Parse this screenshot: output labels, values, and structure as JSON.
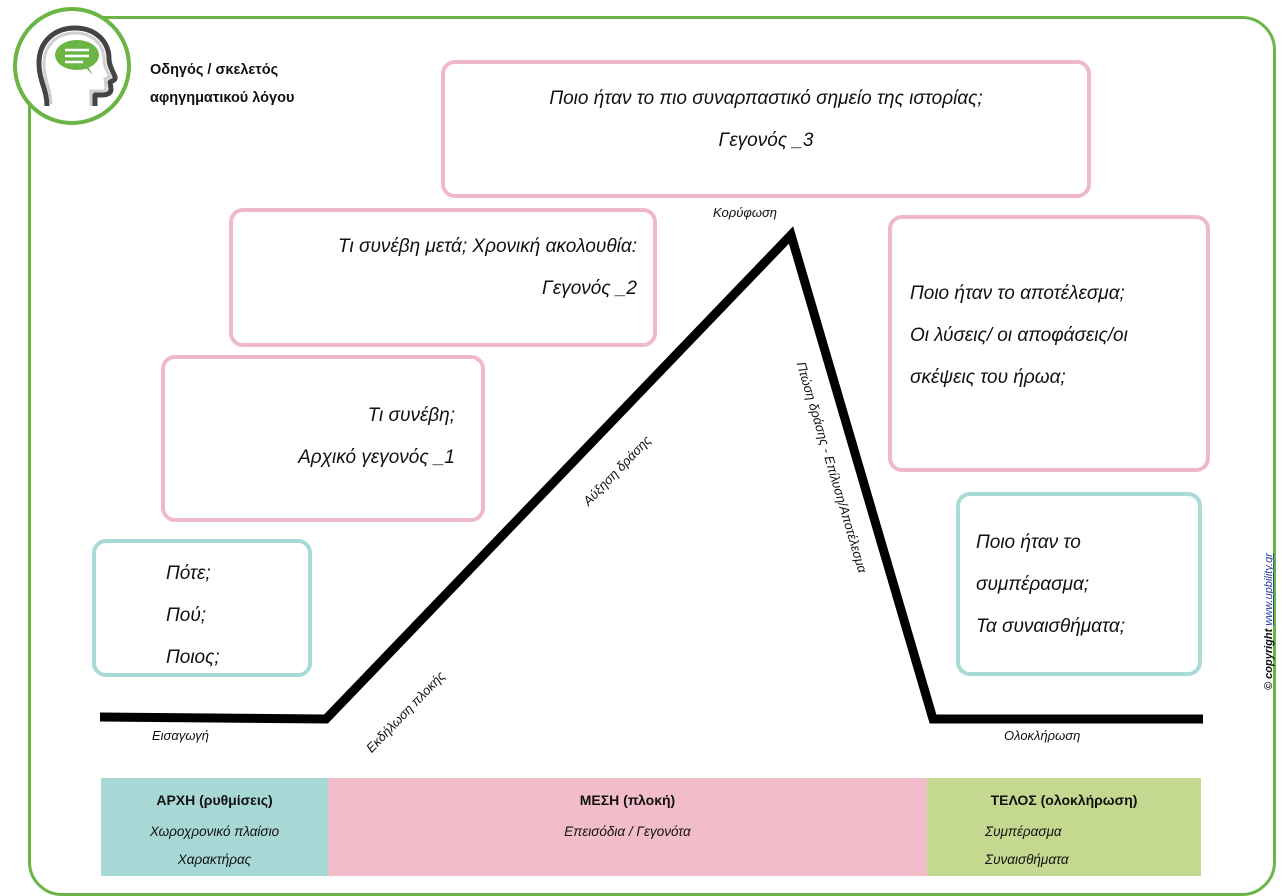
{
  "header": {
    "title_line1": "Οδηγός / σκελετός",
    "title_line2": "αφηγηματικού λόγου"
  },
  "boxes": {
    "climax_box": {
      "line1": "Ποιο ήταν το πιο συναρπαστικό σημείο της ιστορίας;",
      "line2": "Γεγονός _3"
    },
    "event2_box": {
      "line1": "Τι συνέβη μετά; Χρονική ακολουθία:",
      "line2": "Γεγονός _2"
    },
    "event1_box": {
      "line1": "Τι συνέβη;",
      "line2": "Αρχικό γεγονός _1"
    },
    "setting_box": {
      "line1": "Πότε;",
      "line2": "Πού;",
      "line3": "Ποιος;"
    },
    "result_box": {
      "line1": "Ποιο ήταν το αποτέλεσμα;",
      "line2": "Οι λύσεις/ οι αποφάσεις/οι",
      "line3": "σκέψεις του ήρωα;"
    },
    "conclusion_box": {
      "line1": "Ποιο ήταν το",
      "line2": "συμπέρασμα;",
      "line3": "Τα συναισθήματα;"
    }
  },
  "plot_labels": {
    "climax": "Κορύφωση",
    "intro": "Εισαγωγή",
    "conclusion": "Ολοκλήρωση",
    "rising_start": "Εκδήλωση πλοκής",
    "rising_action": "Αύξηση δράσης",
    "falling_action": "Πτώση δράσης - Επίλυση/Αποτέλεσμα"
  },
  "bands": {
    "start": {
      "heading": "ΑΡΧΗ (ρυθμίσεις)",
      "item1": "Χωροχρονικό πλαίσιο",
      "item2": "Χαρακτήρας"
    },
    "middle": {
      "heading": "ΜΕΣΗ (πλοκή)",
      "item1": "Επεισόδια / Γεγονότα"
    },
    "end": {
      "heading": "ΤΕΛΟΣ (ολοκλήρωση)",
      "item1": "Συμπέρασμα",
      "item2": "Συναισθήματα"
    }
  },
  "copyright": {
    "label": "© copyright",
    "url": "www.upbility.gr"
  },
  "colors": {
    "frame_green": "#6bb545",
    "pink_border": "#f0b9c8",
    "teal_border": "#a8dad7",
    "band_teal": "#a8d8d6",
    "band_pink": "#f2bccb",
    "band_green": "#c5d890"
  }
}
